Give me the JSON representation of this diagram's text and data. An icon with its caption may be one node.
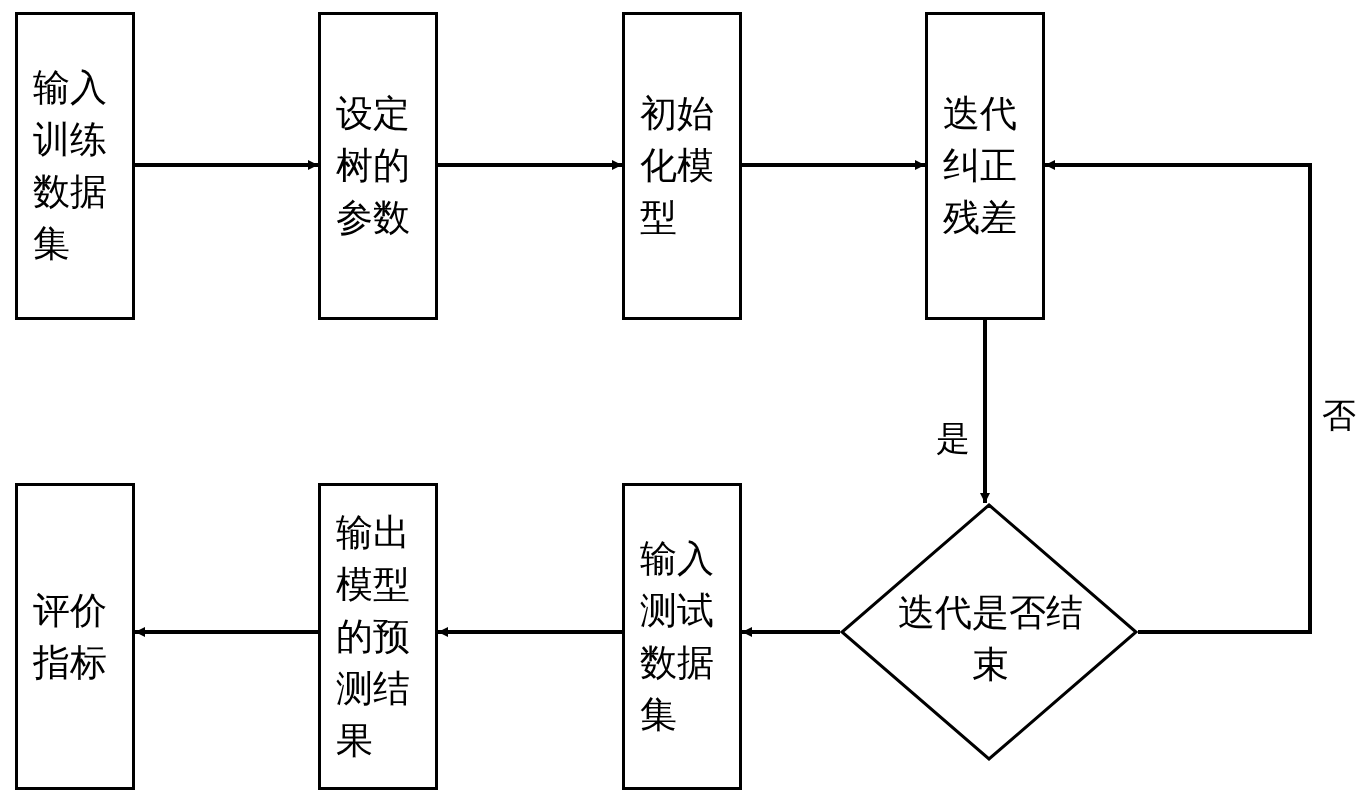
{
  "diagram": {
    "nodes": [
      {
        "text": [
          "输入训练数据集"
        ]
      },
      {
        "text": [
          "设定树的参数"
        ]
      },
      {
        "text": [
          "初始化模型"
        ]
      },
      {
        "text": [
          "迭代纠正残差"
        ]
      },
      {
        "text": [
          "迭代是否结束"
        ]
      },
      {
        "text": [
          "输入测试数据集"
        ]
      },
      {
        "text": [
          "输出模型的预测结果"
        ]
      },
      {
        "text": [
          "评价指标"
        ]
      }
    ],
    "edges": [
      {
        "from": 0,
        "to": 1,
        "arrow": "to"
      },
      {
        "from": 1,
        "to": 2,
        "arrow": "to"
      },
      {
        "from": 2,
        "to": 3,
        "arrow": "to"
      },
      {
        "from": 3,
        "to": 4,
        "arrow": "to",
        "label": "是"
      },
      {
        "from": 4,
        "to": 3,
        "arrow": "to",
        "label": "否"
      },
      {
        "from": 4,
        "to": 5,
        "arrow": "to"
      },
      {
        "from": 5,
        "to": 6,
        "arrow": "to"
      },
      {
        "from": 6,
        "to": 7,
        "arrow": "to"
      }
    ]
  }
}
